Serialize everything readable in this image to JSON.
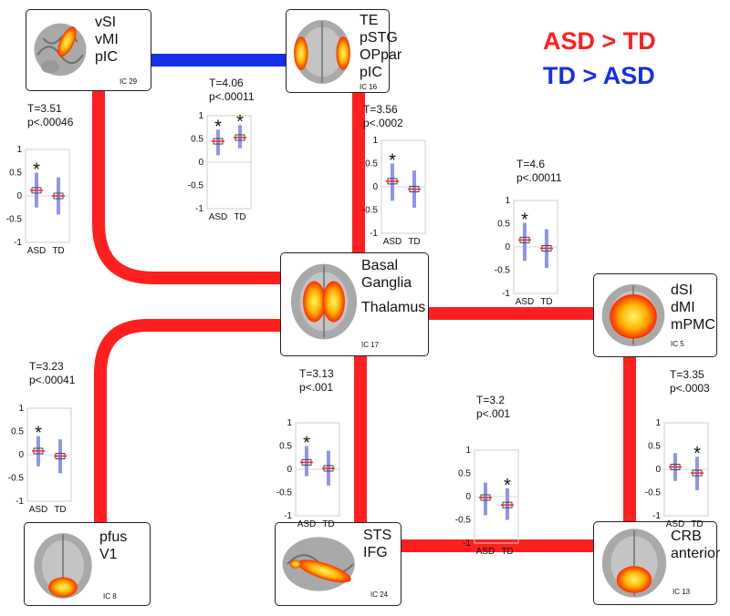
{
  "legend": {
    "asd_gt_td": "ASD > TD",
    "td_gt_asd": "TD > ASD",
    "asd_color": "#ff1f1f",
    "td_color": "#1530e8"
  },
  "nodes": [
    {
      "id": "ic29",
      "lines": [
        "vSI",
        "vMI",
        "pIC"
      ],
      "ic": "IC 29",
      "brain": "lateral"
    },
    {
      "id": "ic16",
      "lines": [
        "TE",
        "pSTG",
        "OPpar",
        "pIC"
      ],
      "ic": "IC 16",
      "brain": "axial-lateral"
    },
    {
      "id": "ic17",
      "lines": [
        "Basal",
        "Ganglia",
        "Thalamus"
      ],
      "ic": "IC 17",
      "brain": "axial-central"
    },
    {
      "id": "ic5",
      "lines": [
        "dSI",
        "dMI",
        "mPMC"
      ],
      "ic": "IC  5",
      "brain": "axial-wide"
    },
    {
      "id": "ic8",
      "lines": [
        "pfus",
        "V1"
      ],
      "ic": "IC 8",
      "brain": "axial-posterior"
    },
    {
      "id": "ic24",
      "lines": [
        "STS",
        "IFG"
      ],
      "ic": "IC  24",
      "brain": "sagittal"
    },
    {
      "id": "ic13",
      "lines": [
        "CRB",
        "anterior"
      ],
      "ic": "IC  13",
      "brain": "coronal-posterior"
    }
  ],
  "connections": [
    {
      "from": "ic29",
      "to": "ic16",
      "direction": "TD > ASD"
    },
    {
      "from": "ic29",
      "to": "ic17",
      "direction": "ASD > TD"
    },
    {
      "from": "ic16",
      "to": "ic17",
      "direction": "ASD > TD"
    },
    {
      "from": "ic17",
      "to": "ic5",
      "direction": "ASD > TD"
    },
    {
      "from": "ic17",
      "to": "ic8",
      "direction": "ASD > TD"
    },
    {
      "from": "ic17",
      "to": "ic24",
      "direction": "ASD > TD"
    },
    {
      "from": "ic24",
      "to": "ic13",
      "direction": "ASD > TD"
    },
    {
      "from": "ic5",
      "to": "ic13",
      "direction": "ASD > TD"
    }
  ],
  "stats": [
    {
      "t": "T=3.51",
      "p": "p<.00046"
    },
    {
      "t": "T=4.06",
      "p": "p<.00011"
    },
    {
      "t": "T=3.56",
      "p": "p<.0002"
    },
    {
      "t": "T=4.6",
      "p": "p<.00011"
    },
    {
      "t": "T=3.23",
      "p": "p<.00041"
    },
    {
      "t": "T=3.13",
      "p": "p<.001"
    },
    {
      "t": "T=3.2",
      "p": "p<.001"
    },
    {
      "t": "T=3.35",
      "p": "p<.0003"
    }
  ],
  "chart_data": [
    {
      "type": "box",
      "connection": "ic29-ic17",
      "categories": [
        "ASD",
        "TD"
      ],
      "yticks": [
        1,
        0.5,
        0,
        -0.5,
        -1
      ],
      "ylim": [
        -1,
        1
      ],
      "series": [
        {
          "values": [
            0.12,
            0.0
          ],
          "ranges": [
            [
              -0.25,
              0.5
            ],
            [
              -0.4,
              0.4
            ]
          ]
        }
      ],
      "significant": [
        "ASD"
      ]
    },
    {
      "type": "box",
      "connection": "ic29-ic16",
      "categories": [
        "ASD",
        "TD"
      ],
      "yticks": [
        1,
        0.5,
        0,
        -0.5,
        -1
      ],
      "ylim": [
        -1,
        1
      ],
      "series": [
        {
          "values": [
            0.45,
            0.53
          ],
          "ranges": [
            [
              0.15,
              0.7
            ],
            [
              0.3,
              0.8
            ]
          ]
        }
      ],
      "significant": [
        "ASD",
        "TD"
      ]
    },
    {
      "type": "box",
      "connection": "ic16-ic17",
      "categories": [
        "ASD",
        "TD"
      ],
      "yticks": [
        1,
        0.5,
        0,
        -0.5,
        -1
      ],
      "ylim": [
        -1,
        1
      ],
      "series": [
        {
          "values": [
            0.12,
            -0.05
          ],
          "ranges": [
            [
              -0.3,
              0.5
            ],
            [
              -0.45,
              0.35
            ]
          ]
        }
      ],
      "significant": [
        "ASD"
      ]
    },
    {
      "type": "box",
      "connection": "ic17-ic5",
      "categories": [
        "ASD",
        "TD"
      ],
      "yticks": [
        1,
        0.5,
        0,
        -0.5,
        -1
      ],
      "ylim": [
        -1,
        1
      ],
      "series": [
        {
          "values": [
            0.15,
            -0.03
          ],
          "ranges": [
            [
              -0.3,
              0.52
            ],
            [
              -0.45,
              0.38
            ]
          ]
        }
      ],
      "significant": [
        "ASD"
      ]
    },
    {
      "type": "box",
      "connection": "ic17-ic8",
      "categories": [
        "ASD",
        "TD"
      ],
      "yticks": [
        1,
        0.5,
        0,
        -0.5,
        -1
      ],
      "ylim": [
        -1,
        1
      ],
      "series": [
        {
          "values": [
            0.08,
            -0.03
          ],
          "ranges": [
            [
              -0.25,
              0.4
            ],
            [
              -0.4,
              0.33
            ]
          ]
        }
      ],
      "significant": [
        "ASD"
      ]
    },
    {
      "type": "box",
      "connection": "ic17-ic24",
      "categories": [
        "ASD",
        "TD"
      ],
      "yticks": [
        1,
        0.5,
        0,
        -0.5,
        -1
      ],
      "ylim": [
        -1,
        1
      ],
      "series": [
        {
          "values": [
            0.15,
            0.02
          ],
          "ranges": [
            [
              -0.15,
              0.5
            ],
            [
              -0.35,
              0.4
            ]
          ]
        }
      ],
      "significant": [
        "ASD"
      ]
    },
    {
      "type": "box",
      "connection": "ic24-ic13",
      "categories": [
        "ASD",
        "TD"
      ],
      "yticks": [
        1,
        0.5,
        0,
        -0.5,
        -1
      ],
      "ylim": [
        -1,
        1
      ],
      "series": [
        {
          "values": [
            -0.02,
            -0.18
          ],
          "ranges": [
            [
              -0.4,
              0.3
            ],
            [
              -0.5,
              0.18
            ]
          ]
        }
      ],
      "significant": [
        "TD"
      ]
    },
    {
      "type": "box",
      "connection": "ic5-ic13",
      "categories": [
        "ASD",
        "TD"
      ],
      "yticks": [
        1,
        0.5,
        0,
        -0.5,
        -1
      ],
      "ylim": [
        -1,
        1
      ],
      "series": [
        {
          "values": [
            0.05,
            -0.08
          ],
          "ranges": [
            [
              -0.25,
              0.35
            ],
            [
              -0.45,
              0.27
            ]
          ]
        }
      ],
      "significant": [
        "TD"
      ]
    }
  ]
}
